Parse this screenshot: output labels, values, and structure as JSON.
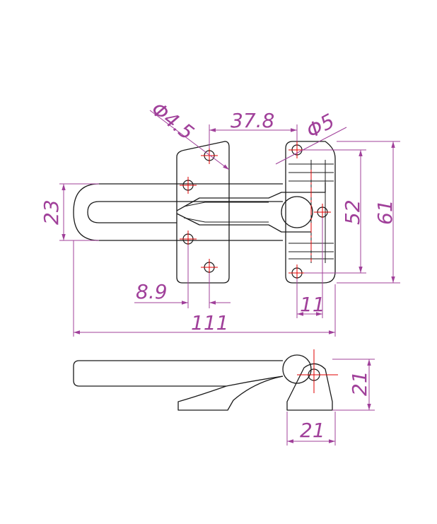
{
  "colors": {
    "outline": "#1a1a1a",
    "centerline": "#e00000",
    "dimension": "#a0409a",
    "background": "#ffffff"
  },
  "dimensions": {
    "hole_small": "Φ4.5",
    "hole_large": "Φ5",
    "hole_spacing": "37.8",
    "bar_height": "23",
    "hole_span_right": "52",
    "overall_height": "61",
    "hole_offset_left": "8.9",
    "hole_offset_right": "11",
    "overall_length": "111",
    "side_height": "21",
    "side_width": "21"
  }
}
